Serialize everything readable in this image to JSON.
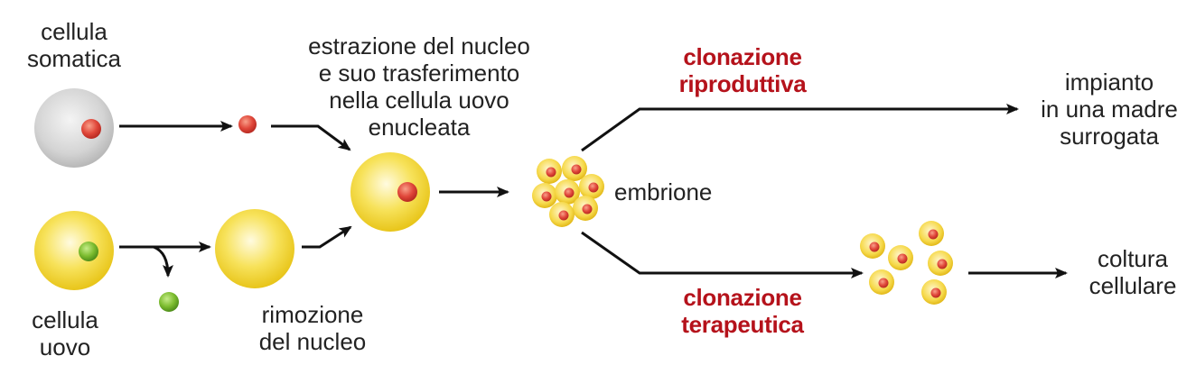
{
  "labels": {
    "somatic_cell": "cellula\nsomatica",
    "egg_cell": "cellula\nuovo",
    "nucleus_transfer": "estrazione del nucleo\ne suo trasferimento\nnella cellula uovo\nenucleata",
    "nucleus_removal": "rimozione\ndel nucleo",
    "embryo": "embrione",
    "reproductive_cloning": "clonazione\nriproduttiva",
    "therapeutic_cloning": "clonazione\nterapeutica",
    "surrogate_implant": "impianto\nin una madre\nsurrogata",
    "cell_culture": "coltura\ncellulare"
  },
  "colors": {
    "somatic_cytoplasm": "#d6d6d6",
    "egg_cytoplasm": "#f4dc3a",
    "red_nucleus": "#e0473a",
    "green_nucleus": "#7cbc2f",
    "arrow": "#111111",
    "highlight_text": "#b5121b"
  }
}
